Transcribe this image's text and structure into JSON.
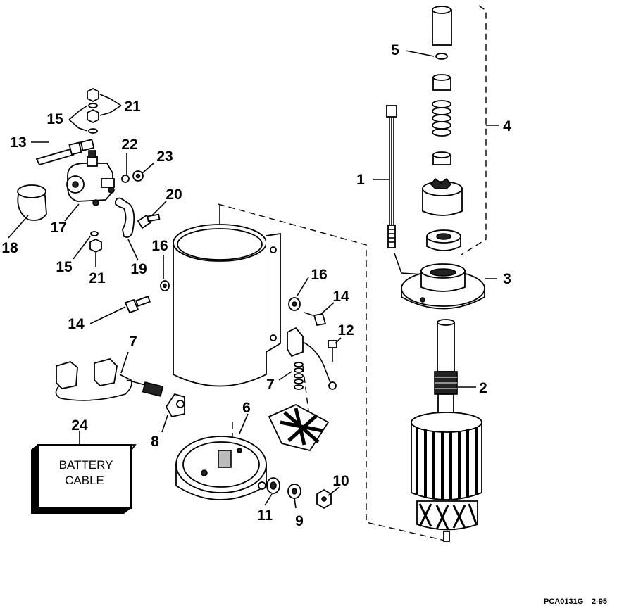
{
  "labels": {
    "l1": "1",
    "l2": "2",
    "l3": "3",
    "l4": "4",
    "l5": "5",
    "l6": "6",
    "l7a": "7",
    "l7b": "7",
    "l8": "8",
    "l9": "9",
    "l10": "10",
    "l11": "11",
    "l12": "12",
    "l13": "13",
    "l14a": "14",
    "l14b": "14",
    "l15a": "15",
    "l15b": "15",
    "l16a": "16",
    "l16b": "16",
    "l17": "17",
    "l18": "18",
    "l19": "19",
    "l20": "20",
    "l21a": "21",
    "l21b": "21",
    "l22": "22",
    "l23": "23",
    "l24": "24"
  },
  "battery_box": {
    "line1": "BATTERY",
    "line2": "CABLE"
  },
  "footer": {
    "code": "PCA0131G",
    "date": "2-95"
  }
}
